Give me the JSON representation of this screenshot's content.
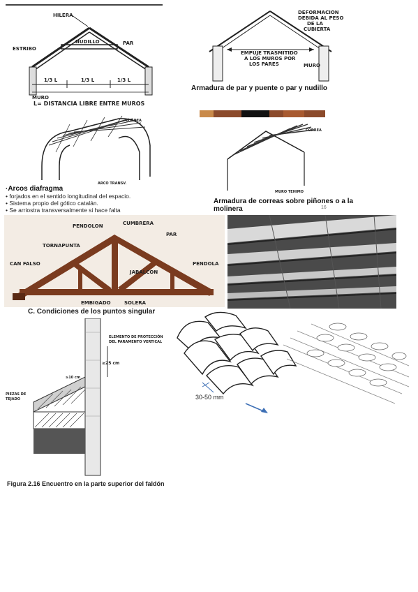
{
  "page": {
    "number": "16"
  },
  "fig1": {
    "labels": {
      "hilera": "HILERA",
      "estribo": "ESTRIBO",
      "nudillo": "NUDILLO",
      "par": "PAR",
      "third_left": "1/3 L",
      "third_mid": "1/3 L",
      "third_right": "1/3 L",
      "muro": "MURO",
      "note": "L= DISTANCIA LIBRE ENTRE MUROS"
    }
  },
  "fig2": {
    "labels": {
      "deformacion": "DEFORMACION",
      "deformacion_2": "DEBIDA AL PESO",
      "deformacion_3": "DE LA",
      "deformacion_4": "CUBIERTA",
      "empuje": "EMPUJE TRASMITIDO",
      "empuje_2": "A LOS MUROS POR",
      "empuje_3": "LOS PARES",
      "muro": "MURO"
    },
    "caption": "Armadura de par y puente o par y nudillo"
  },
  "fig3": {
    "labels": {
      "correa": "CORREA",
      "arco": "ARCO TRANSV."
    },
    "title": "Arcos diafragma",
    "bullets": [
      "forjados en el sentido longitudinal del espacio.",
      "Sistema propio del gótico catalán.",
      "Se arriostra transversalmente si hace falta"
    ]
  },
  "fig4": {
    "labels": {
      "correa": "CORREA",
      "muro": "MURO TEHIMO"
    },
    "caption_line1": "Armadura de correas sobre piñones o a la",
    "caption_line2": "molinera"
  },
  "fig5": {
    "labels": {
      "pendolon": "PENDOLON",
      "cumbrera": "CUMBRERA",
      "tornapunta": "TORNAPUNTA",
      "par": "PAR",
      "can_falso": "CAN FALSO",
      "jabalcon": "JABALCON",
      "pendola": "PENDOLA",
      "embigado": "EMBIGADO",
      "solera": "SOLERA"
    }
  },
  "fig6": {
    "section_title": "C. Condiciones de los puntos singular"
  },
  "fig7": {
    "labels": {
      "elemento": "ELEMENTO DE PROTECCIÓN",
      "elemento_2": "DEL PARAMENTO VERTICAL",
      "cota": "≥25 cm",
      "cota_small": "≥10 cm",
      "piezas": "PIEZAS DE",
      "piezas_2": "TEJADO"
    },
    "caption": "Figura 2.16 Encuentro en la parte superior del faldón"
  },
  "fig8": {
    "dimension": "30-50 mm"
  },
  "colors": {
    "wood": "#7a3b1f",
    "wood_dark": "#5a2a14",
    "ink": "#222222",
    "arrow": "#3d6fb5",
    "beige": "#f3ece4"
  }
}
